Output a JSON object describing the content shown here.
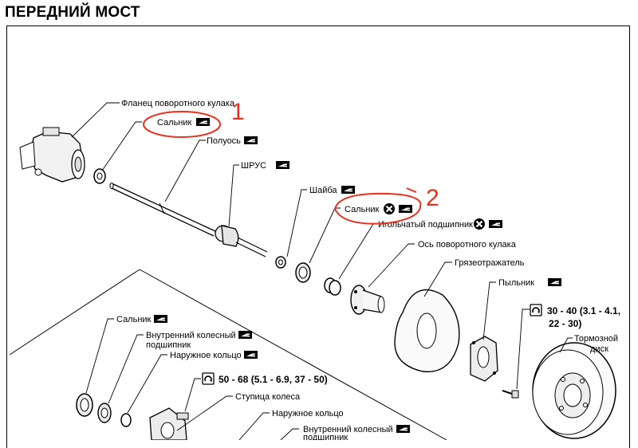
{
  "title": "ПЕРЕДНИЙ МОСТ",
  "labels": {
    "flange": "Фланец поворотного кулака",
    "seal1": "Сальник",
    "halfshaft": "Полуось",
    "cv_joint": "ШРУС",
    "washer": "Шайба",
    "seal2": "Сальник",
    "needle_bearing": "Игольчатый подшипник",
    "knuckle_axle": "Ось поворотного кулака",
    "mud_guard": "Грязеотражатель",
    "dust_cover": "Пыльник",
    "torque1": "30 - 40 (3.1 - 4.1,",
    "torque1_b": "22 - 30)",
    "brake_disc_1": "Тормозной",
    "brake_disc_2": "диск",
    "seal3": "Сальник",
    "inner_bearing_1": "Внутренний колесный",
    "inner_bearing_2": "подшипник",
    "outer_race": "Наружное кольцо",
    "torque2": "50 - 68 (5.1 - 6.9, 37 - 50)",
    "hub": "Ступица колеса",
    "outer_race2": "Наружное кольцо",
    "inner_bearing2_1": "Внутренний колесный",
    "inner_bearing2_2": "подшипник"
  },
  "annotations": {
    "mark1": "1",
    "mark2": "2",
    "annotation_color": "#e8301c"
  },
  "icons": {
    "grease": "grease-icon",
    "replace": "replace-x-icon",
    "torque": "torque-wrench-icon"
  }
}
